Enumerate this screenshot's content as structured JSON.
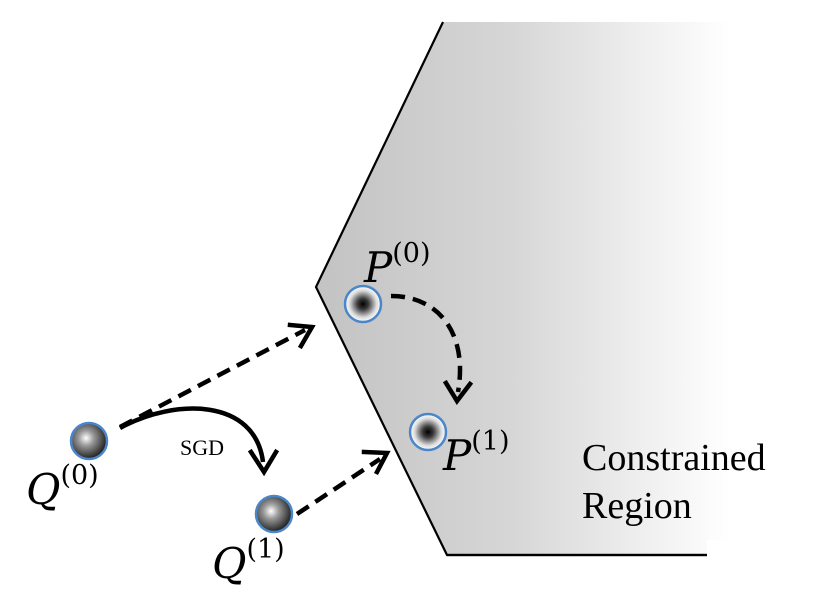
{
  "points": {
    "q0": {
      "base": "Q",
      "sup": "(0)"
    },
    "q1": {
      "base": "Q",
      "sup": "(1)"
    },
    "p0": {
      "base": "P",
      "sup": "(0)"
    },
    "p1": {
      "base": "P",
      "sup": "(1)"
    }
  },
  "sgd_label": "SGD",
  "region_label": {
    "line1": "Constrained",
    "line2": "Region"
  },
  "colors": {
    "region_fill_dark": "#c4c4c4",
    "region_fill_light": "#ffffff",
    "point_ring": "#4a86c8",
    "arrow": "#000000"
  }
}
